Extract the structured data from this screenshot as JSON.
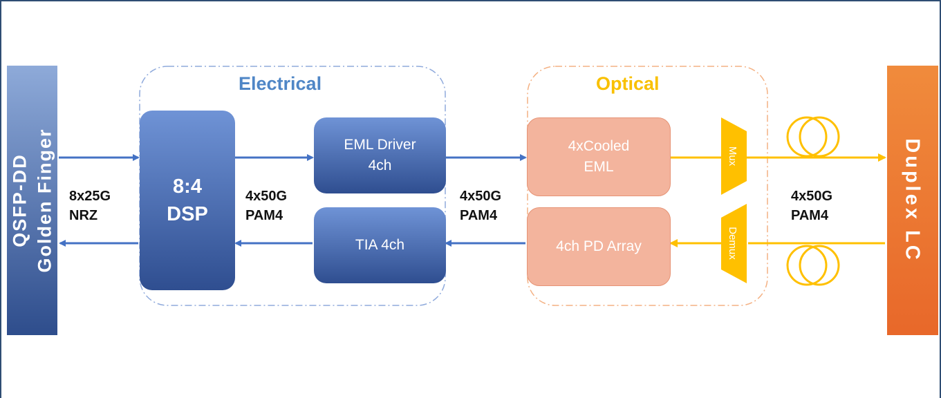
{
  "diagram": {
    "left_interface": {
      "line1": "QSFP-DD",
      "line2": "Golden Finger"
    },
    "right_interface": {
      "label": "Duplex LC"
    },
    "groups": {
      "electrical": "Electrical",
      "optical": "Optical"
    },
    "blocks": {
      "dsp": {
        "line1": "8:4",
        "line2": "DSP"
      },
      "eml_driver": {
        "line1": "EML Driver",
        "line2": "4ch"
      },
      "tia": {
        "label": "TIA 4ch"
      },
      "cooled_eml": {
        "line1": "4xCooled",
        "line2": "EML"
      },
      "pd_array": {
        "label": "4ch PD Array"
      },
      "mux": {
        "label": "Mux"
      },
      "demux": {
        "label": "Demux"
      }
    },
    "signals": {
      "host": {
        "line1": "8x25G",
        "line2": "NRZ"
      },
      "dsp_side": {
        "line1": "4x50G",
        "line2": "PAM4"
      },
      "optical_side": {
        "line1": "4x50G",
        "line2": "PAM4"
      },
      "fiber_side": {
        "line1": "4x50G",
        "line2": "PAM4"
      }
    },
    "colors": {
      "electrical": "#4472c4",
      "optical": "#f4b183",
      "optical_title": "#f9c000",
      "fiber": "#ffc000",
      "connector": "#ed7d31",
      "frame": "#2f4d73"
    }
  }
}
